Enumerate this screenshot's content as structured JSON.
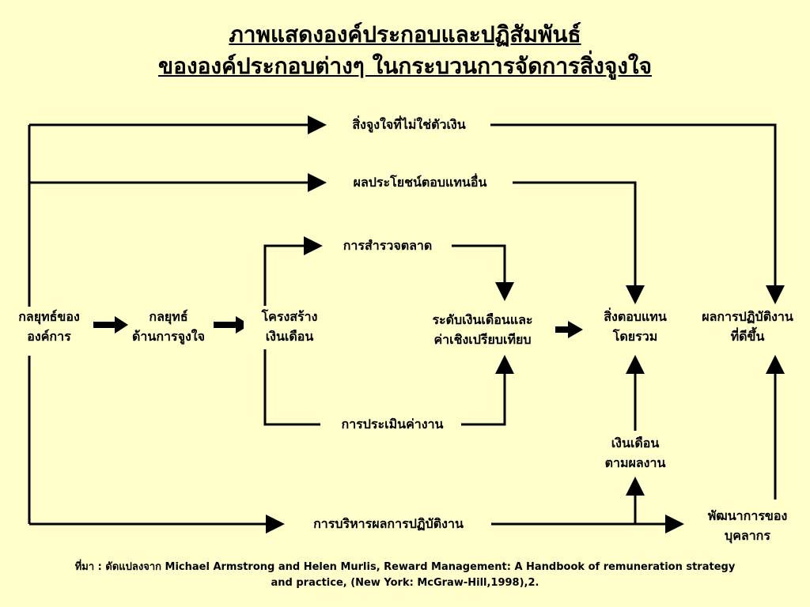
{
  "title": {
    "line1": "ภาพแสดงองค์ประกอบและปฏิสัมพันธ์",
    "line2": "ขององค์ประกอบต่างๆ ในกระบวนการจัดการสิ่งจูงใจ"
  },
  "nodes": {
    "org_strategy": {
      "l1": "กลยุทธ์ของ",
      "l2": "องค์การ"
    },
    "motivation_strategy": {
      "l1": "กลยุทธ์",
      "l2": "ด้านการจูงใจ"
    },
    "salary_structure": {
      "l1": "โครงสร้าง",
      "l2": "เงินเดือน"
    },
    "salary_level": {
      "l1": "ระดับเงินเดือนและ",
      "l2": "ค่าเชิงเปรียบเทียบ"
    },
    "total_reward": {
      "l1": "สิ่งตอบแทน",
      "l2": "โดยรวม"
    },
    "better_performance": {
      "l1": "ผลการปฏิบัติงาน",
      "l2": "ที่ดีขึ้น"
    },
    "performance_pay": {
      "l1": "เงินเดือน",
      "l2": "ตามผลงาน"
    },
    "staff_development": {
      "l1": "พัฒนาการของ",
      "l2": "บุคลากร"
    }
  },
  "labels": {
    "non_monetary": "สิ่งจูงใจที่ไม่ใช่ตัวเงิน",
    "other_benefits": "ผลประโยชน์ตอบแทนอื่น",
    "market_survey": "การสำรวจตลาด",
    "job_evaluation": "การประเมินค่างาน",
    "performance_management": "การบริหารผลการปฏิบัติงาน"
  },
  "source": {
    "line1": "ที่มา : ดัดแปลงจาก Michael Armstrong and Helen Murlis, Reward Management: A Handbook of remuneration strategy",
    "line2": "and practice, (New York: McGraw-Hill,1998),2."
  }
}
